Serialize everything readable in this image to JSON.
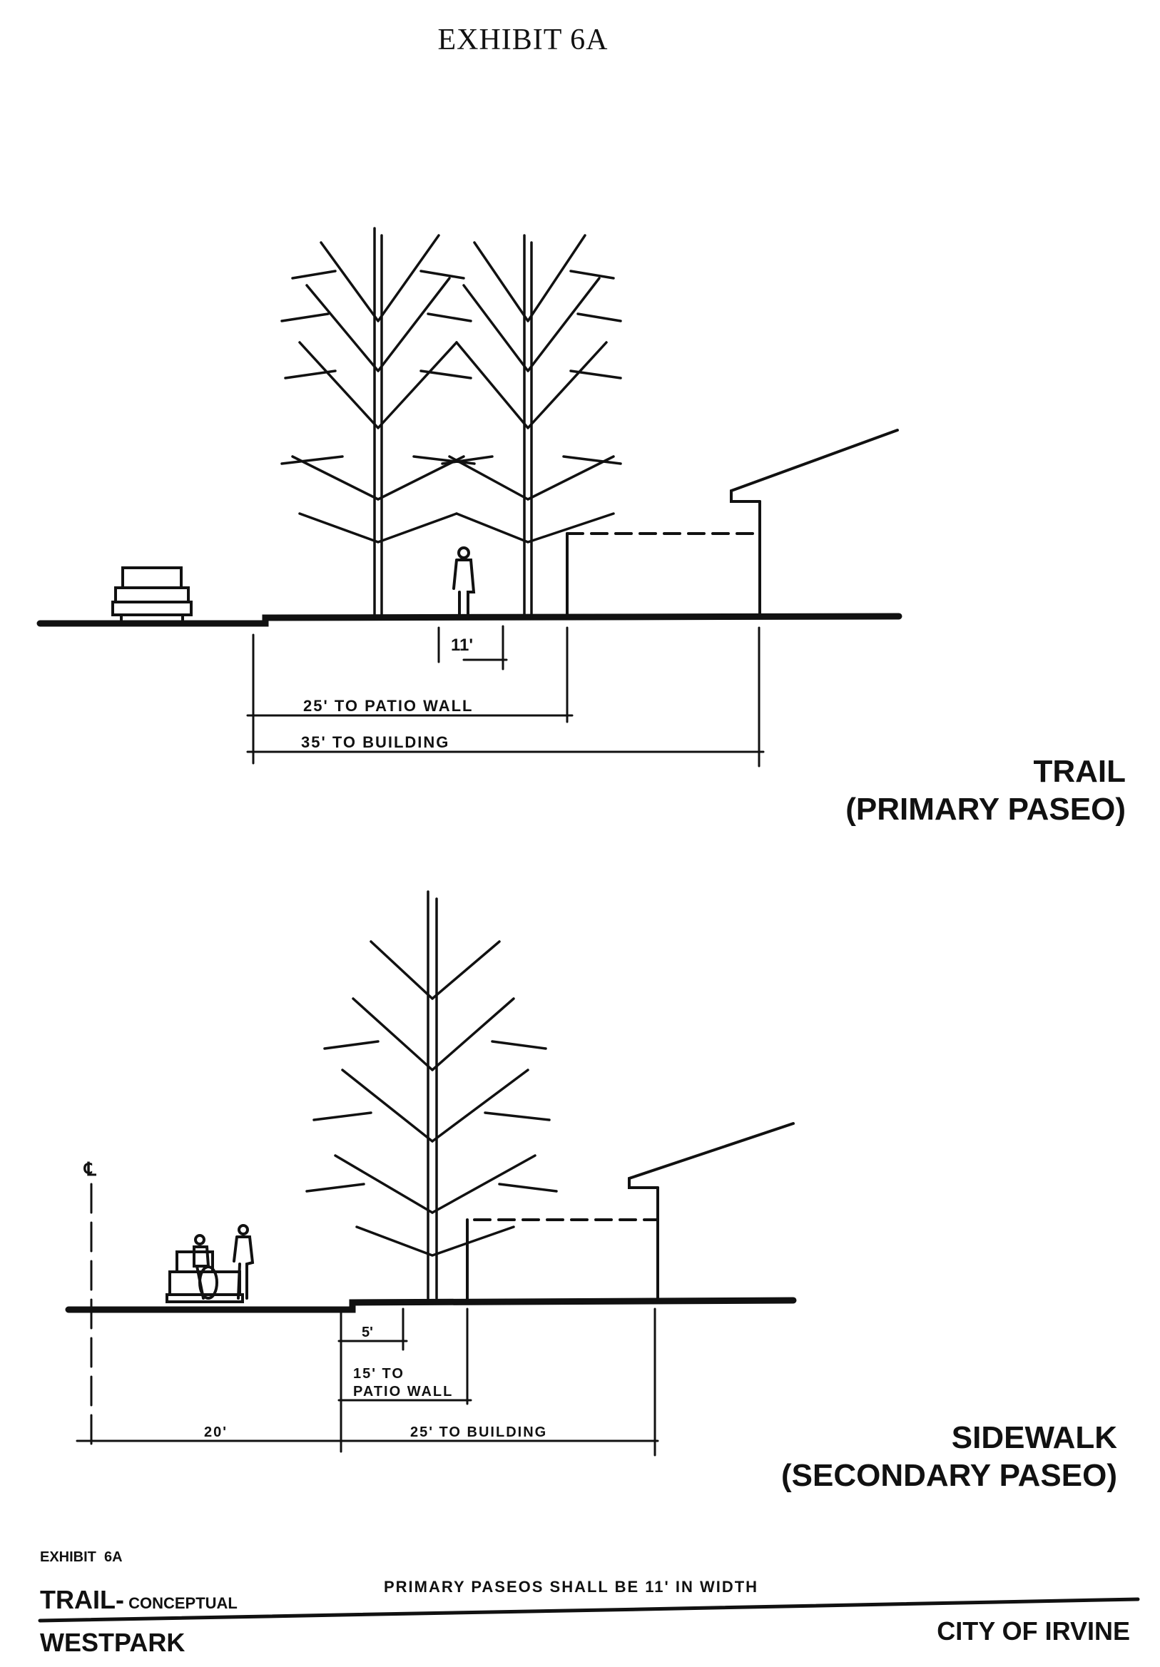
{
  "page_title": "EXHIBIT 6A",
  "sections": [
    {
      "id": "trail",
      "title_line1": "TRAIL",
      "title_line2": "(PRIMARY PASEO)",
      "dimensions": {
        "trail_width": "11'",
        "patio_wall": "25' TO PATIO WALL",
        "building": "35' TO BUILDING"
      }
    },
    {
      "id": "sidewalk",
      "title_line1": "SIDEWALK",
      "title_line2": "(SECONDARY PASEO)",
      "centerline_symbol": "℄",
      "dimensions": {
        "sidewalk_width": "5'",
        "patio_wall_line1": "15' TO",
        "patio_wall_line2": "PATIO WALL",
        "street_half": "20'",
        "building": "25' TO BUILDING"
      }
    }
  ],
  "footer": {
    "exhibit": "EXHIBIT  6A",
    "trail_bold": "TRAIL-",
    "trail_small": " CONCEPTUAL",
    "note": "PRIMARY PASEOS SHALL BE 11' IN WIDTH",
    "project": "WESTPARK",
    "agency": "CITY OF IRVINE"
  }
}
